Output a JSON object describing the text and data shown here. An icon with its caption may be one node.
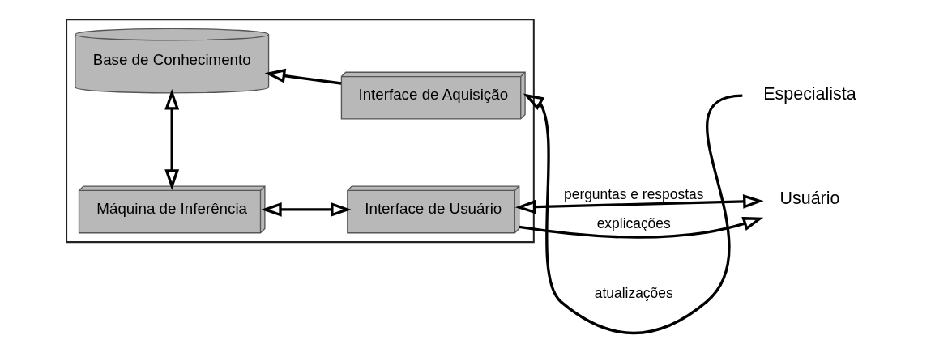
{
  "diagram": {
    "nodes": [
      {
        "text": [],
        "shape": "box"
      },
      {
        "text": [
          "Base de Conhecimento"
        ],
        "in": 0
      },
      {
        "text": [
          "Interface de Aquisição"
        ],
        "in": 0
      },
      {
        "text": [
          "Máquina de Inferência"
        ],
        "in": 0
      },
      {
        "text": [
          "Interface de Usuário"
        ],
        "in": 0
      },
      {
        "text": [
          "Especialista"
        ]
      },
      {
        "text": [
          "Usuário"
        ]
      }
    ],
    "edges": [
      {
        "from": 2,
        "to": 1,
        "arrow": "to"
      },
      {
        "from": 1,
        "to": 3,
        "arrow": "both"
      },
      {
        "from": 3,
        "to": 4,
        "arrow": "both"
      },
      {
        "from": 5,
        "to": 2,
        "arrow": "to",
        "label": "atualizações"
      },
      {
        "from": 4,
        "to": 6,
        "arrow": "both",
        "label": "perguntas e respostas"
      },
      {
        "from": 4,
        "to": 6,
        "arrow": "to",
        "label": "explicações"
      }
    ]
  }
}
